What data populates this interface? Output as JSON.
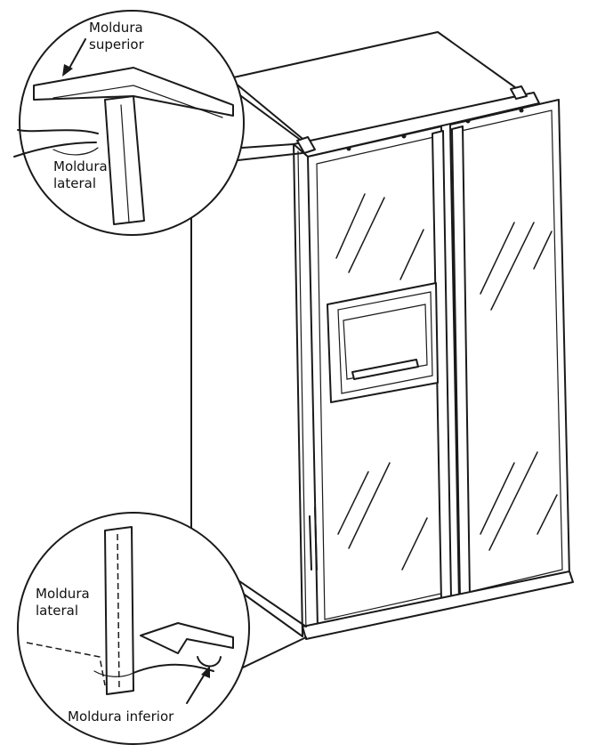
{
  "callouts": {
    "top_trim": "Moldura superior",
    "side_trim_top": "Moldura lateral",
    "side_trim_bottom": "Moldura lateral",
    "bottom_trim": "Moldura inferior"
  },
  "colors": {
    "line": "#1a1a1a",
    "background": "#ffffff"
  }
}
